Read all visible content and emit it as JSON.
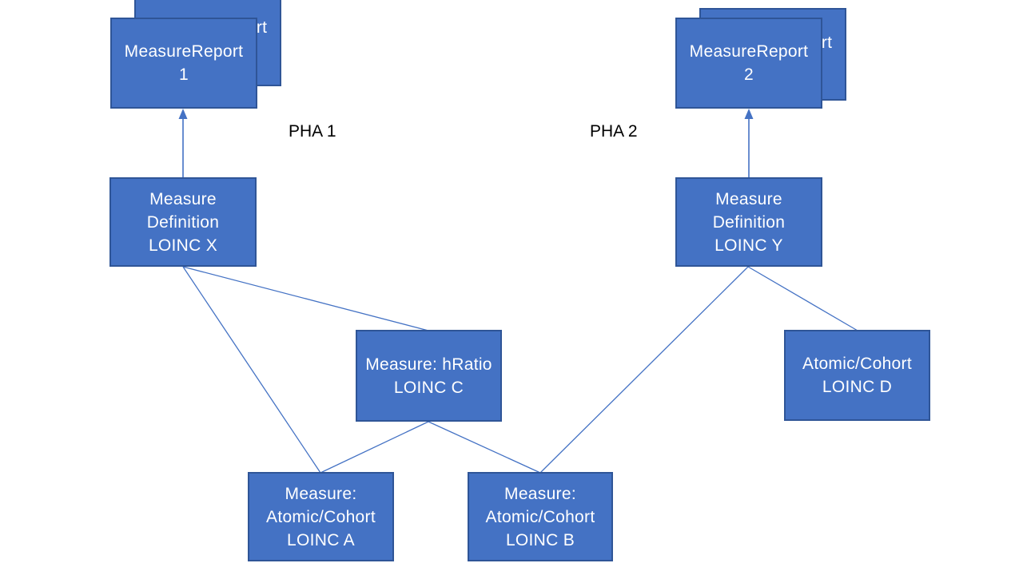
{
  "diagram": {
    "type": "flowchart",
    "background_color": "#ffffff",
    "colors": {
      "node_fill": "#4472C4",
      "node_border": "#2F5597",
      "node_text": "#ffffff",
      "connector": "#4472C4",
      "region_label_text": "#000000"
    },
    "region_labels": {
      "pha1": "PHA 1",
      "pha2": "PHA 2"
    },
    "nodes": {
      "mr1_back": {
        "line1": "MeasureReport"
      },
      "mr1": {
        "line1": "MeasureReport",
        "line2": "1"
      },
      "mr2_back": {
        "line1": "MeasureReport"
      },
      "mr2": {
        "line1": "MeasureReport",
        "line2": "2"
      },
      "def_x": {
        "line1": "Measure",
        "line2": "Definition",
        "line3": "LOINC X"
      },
      "def_y": {
        "line1": "Measure",
        "line2": "Definition",
        "line3": "LOINC Y"
      },
      "ratio_c": {
        "line1": "Measure: hRatio",
        "line2": "LOINC C"
      },
      "atomic_d": {
        "line1": "Atomic/Cohort",
        "line2": "LOINC D"
      },
      "atomic_a": {
        "line1": "Measure:",
        "line2": "Atomic/Cohort",
        "line3": "LOINC A"
      },
      "atomic_b": {
        "line1": "Measure:",
        "line2": "Atomic/Cohort",
        "line3": "LOINC B"
      }
    },
    "edges": [
      {
        "from": "def_x",
        "to": "mr1",
        "style": "arrow"
      },
      {
        "from": "def_y",
        "to": "mr2",
        "style": "arrow"
      },
      {
        "from": "def_x",
        "to": "ratio_c",
        "style": "line"
      },
      {
        "from": "def_x",
        "to": "atomic_a",
        "style": "line"
      },
      {
        "from": "ratio_c",
        "to": "atomic_a",
        "style": "line"
      },
      {
        "from": "ratio_c",
        "to": "atomic_b",
        "style": "line"
      },
      {
        "from": "def_y",
        "to": "atomic_b",
        "style": "line"
      },
      {
        "from": "def_y",
        "to": "atomic_d",
        "style": "line"
      }
    ]
  }
}
